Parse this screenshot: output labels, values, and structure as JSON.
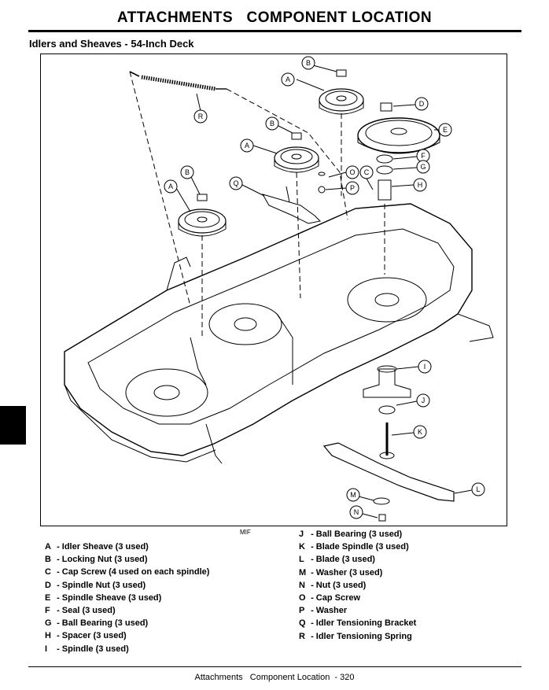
{
  "header": {
    "title": "ATTACHMENTS   COMPONENT LOCATION",
    "section": "Idlers and Sheaves - 54-Inch Deck"
  },
  "figure": {
    "code": "MIF",
    "callout_letters": [
      "A",
      "A",
      "A",
      "B",
      "B",
      "B",
      "C",
      "D",
      "E",
      "F",
      "G",
      "H",
      "I",
      "J",
      "K",
      "L",
      "M",
      "N",
      "O",
      "P",
      "Q",
      "R"
    ]
  },
  "legend": {
    "left": [
      {
        "key": "A",
        "text": "- Idler Sheave (3 used)"
      },
      {
        "key": "B",
        "text": "- Locking Nut (3 used)"
      },
      {
        "key": "C",
        "text": "- Cap Screw (4 used on each spindle)"
      },
      {
        "key": "D",
        "text": "- Spindle Nut (3 used)"
      },
      {
        "key": "E",
        "text": "- Spindle Sheave (3 used)"
      },
      {
        "key": "F",
        "text": "- Seal (3 used)"
      },
      {
        "key": "G",
        "text": "- Ball Bearing (3 used)"
      },
      {
        "key": "H",
        "text": "- Spacer (3 used)"
      },
      {
        "key": "I",
        "text": "- Spindle (3 used)"
      }
    ],
    "right": [
      {
        "key": "J",
        "text": "- Ball Bearing (3 used)"
      },
      {
        "key": "K",
        "text": "- Blade Spindle (3 used)"
      },
      {
        "key": "L",
        "text": "- Blade (3 used)"
      },
      {
        "key": "M",
        "text": "- Washer (3 used)"
      },
      {
        "key": "N",
        "text": "- Nut (3 used)"
      },
      {
        "key": "O",
        "text": "- Cap Screw"
      },
      {
        "key": "P",
        "text": "- Washer"
      },
      {
        "key": "Q",
        "text": "- Idler Tensioning Bracket"
      },
      {
        "key": "R",
        "text": "- Idler Tensioning Spring"
      }
    ]
  },
  "footer": {
    "text": "Attachments   Component Location  - 320"
  }
}
